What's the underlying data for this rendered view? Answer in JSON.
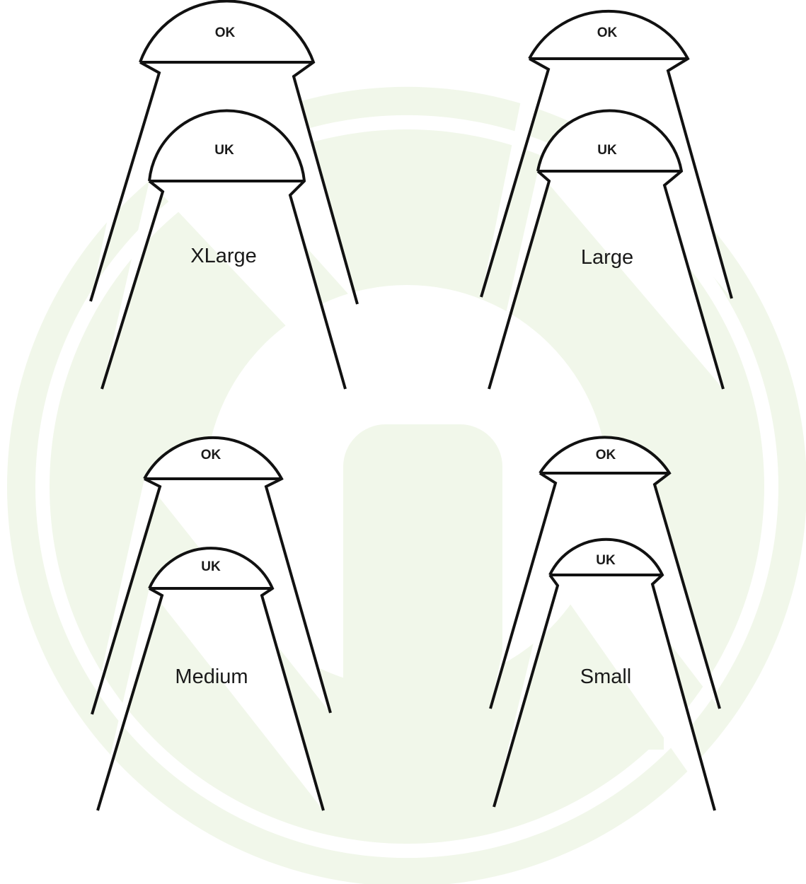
{
  "colors": {
    "watermark": "#f1f7ea",
    "stroke": "#111111",
    "text": "#1a1a1a",
    "background": "#ffffff"
  },
  "figures": [
    {
      "outer_label": "OK",
      "inner_label": "UK",
      "size_label": "XLarge"
    },
    {
      "outer_label": "OK",
      "inner_label": "UK",
      "size_label": "Large"
    },
    {
      "outer_label": "OK",
      "inner_label": "UK",
      "size_label": "Medium"
    },
    {
      "outer_label": "OK",
      "inner_label": "UK",
      "size_label": "Small"
    }
  ]
}
